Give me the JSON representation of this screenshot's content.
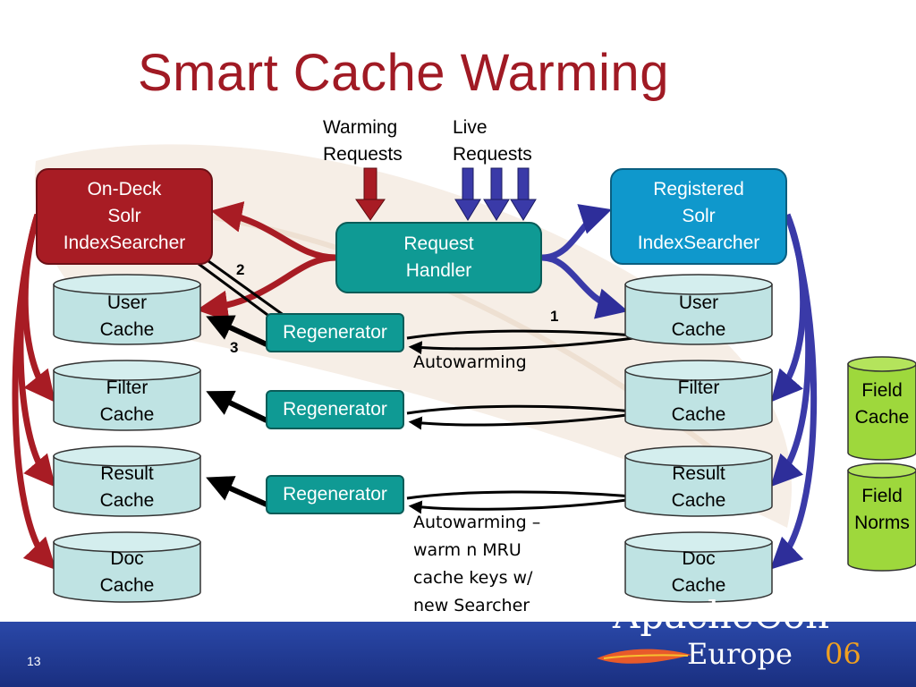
{
  "title": "Smart Cache Warming",
  "labels": {
    "warming_requests": [
      "Warming",
      "Requests"
    ],
    "live_requests": [
      "Live",
      "Requests"
    ]
  },
  "boxes": {
    "ondeck": [
      "On-Deck",
      "Solr",
      "IndexSearcher"
    ],
    "registered": [
      "Registered",
      "Solr",
      "IndexSearcher"
    ],
    "request_handler": [
      "Request",
      "Handler"
    ],
    "regenerator": "Regenerator"
  },
  "caches_left": [
    [
      "User",
      "Cache"
    ],
    [
      "Filter",
      "Cache"
    ],
    [
      "Result",
      "Cache"
    ],
    [
      "Doc",
      "Cache"
    ]
  ],
  "caches_right": [
    [
      "User",
      "Cache"
    ],
    [
      "Filter",
      "Cache"
    ],
    [
      "Result",
      "Cache"
    ],
    [
      "Doc",
      "Cache"
    ]
  ],
  "side_caches": [
    [
      "Field",
      "Cache"
    ],
    [
      "Field",
      "Norms"
    ]
  ],
  "step_numbers": [
    "1",
    "2",
    "3"
  ],
  "notes": {
    "autowarming": "Autowarming",
    "autowarming_detail": [
      "Autowarming –",
      "warm n MRU",
      "cache keys w/",
      "new Searcher"
    ]
  },
  "footer": {
    "slide_number": "13",
    "logo_line1": "ApacheCon",
    "logo_line2": "Europe",
    "logo_year": "06"
  },
  "colors": {
    "title": "#a01a24",
    "ondeck": "#a81c24",
    "registered": "#0f98cc",
    "teal": "#0f9a94",
    "cache": "#bfe3e3",
    "green": "#9ed83c",
    "red_arrow": "#a81c24",
    "blue_arrow": "#2e2e9a",
    "footer": "#2a48a8",
    "logo_year": "#f0a020"
  }
}
